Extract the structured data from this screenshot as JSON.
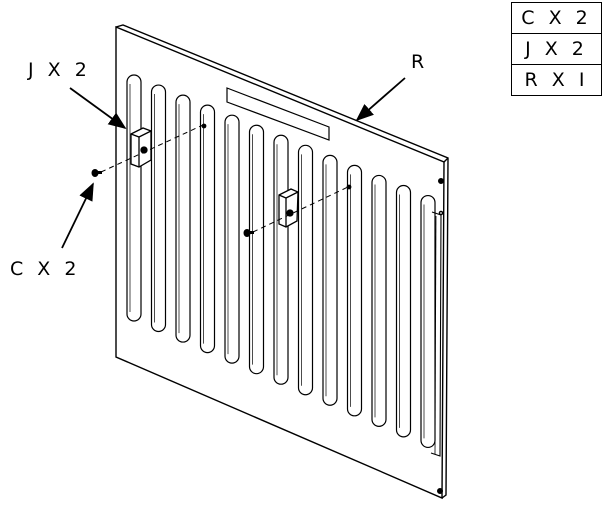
{
  "parts_list": [
    {
      "label": "C X 2"
    },
    {
      "label": "J X 2"
    },
    {
      "label": "R X I"
    }
  ],
  "callouts": {
    "bracket": "J X 2",
    "screw": "C X 2",
    "panel": "R"
  },
  "colors": {
    "line": "#000000",
    "background": "#ffffff"
  }
}
